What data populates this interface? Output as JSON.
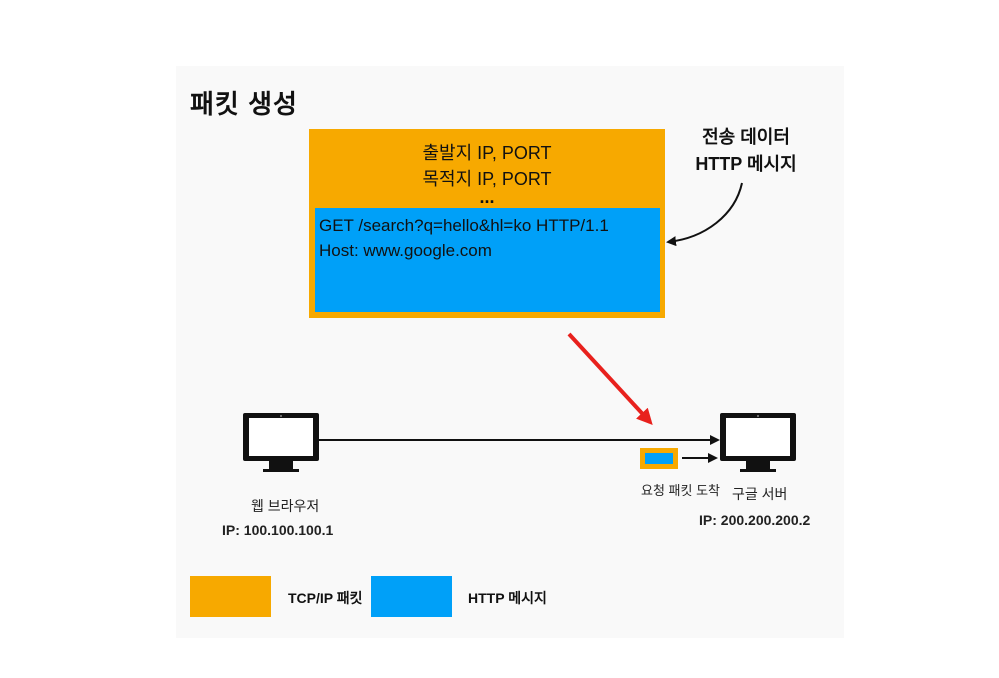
{
  "title": "패킷 생성",
  "packet": {
    "tcp_lines": [
      "출발지 IP, PORT",
      "목적지 IP, PORT",
      "..."
    ],
    "http_lines": [
      "GET /search?q=hello&hl=ko HTTP/1.1",
      "Host: www.google.com"
    ]
  },
  "callout": {
    "line1": "전송 데이터",
    "line2": "HTTP 메시지"
  },
  "client": {
    "name": "웹 브라우저",
    "ip": "IP: 100.100.100.1"
  },
  "server": {
    "name": "구글 서버",
    "ip": "IP: 200.200.200.2"
  },
  "arrival_label": "요청 패킷 도착",
  "legend": [
    {
      "label": "TCP/IP 패킷",
      "color": "#f7a900"
    },
    {
      "label": "HTTP 메시지",
      "color": "#00a0f8"
    }
  ],
  "colors": {
    "tcp": "#f7a900",
    "http": "#00a0f8",
    "highlight_arrow": "#e8211d"
  },
  "icons": [
    "monitor-icon",
    "monitor-icon",
    "red-arrow",
    "curved-arrow"
  ]
}
